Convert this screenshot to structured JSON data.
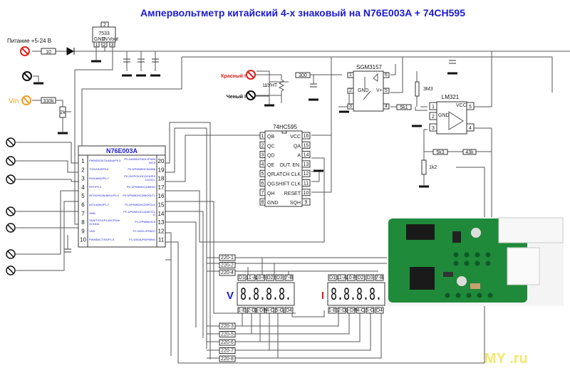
{
  "title": "Ампервольтметр китайский 4-х знаковый на N76E003A + 74CH595",
  "colors": {
    "title": "#1a1ad0",
    "red_terminal": "#e02020",
    "vin_terminal": "#f0a020",
    "pcb": "#1f8a3a",
    "watermark": "#f2e24a"
  },
  "power": {
    "label": "Питание +5-24 В",
    "resistor": "10"
  },
  "regulator": {
    "name": "7533",
    "pin_labels": [
      "GND",
      "IN",
      "Vout"
    ],
    "pins": [
      "1",
      "2",
      "3"
    ],
    "tab": "2"
  },
  "vin": {
    "label": "Vin",
    "resistor": "330k",
    "pot": "2k"
  },
  "current": {
    "red_label": "Красный I",
    "black_label": "Чeный I",
    "shunt": "ШУНТ",
    "resistor": "300"
  },
  "switch": {
    "name": "SGM3157",
    "pins": [
      "1",
      "2",
      "3",
      "4",
      "5",
      "6"
    ],
    "labels": [
      "GND",
      "V+"
    ]
  },
  "opamp": {
    "name": "LM321",
    "pins": [
      "1",
      "2",
      "3",
      "4",
      "5"
    ],
    "labels": [
      "GND",
      "VCC+"
    ],
    "r_3m3": "3M3",
    "r_5k1": "5k1",
    "r_5k3": "5k3",
    "r_43k": "43k",
    "r_1k2": "1k2"
  },
  "mcu": {
    "name": "N76E003A",
    "left": [
      {
        "n": "1",
        "f": "PWM2/IC6/T0/AIN4/P0.5"
      },
      {
        "n": "2",
        "f": "TXD/AIN3/P0.6"
      },
      {
        "n": "3",
        "f": "RXD/AIN2/P0.7"
      },
      {
        "n": "4",
        "f": "RST/P2.0"
      },
      {
        "n": "5",
        "f": "INT0/OSCIN/AIN1/P3.0"
      },
      {
        "n": "6",
        "f": "INT1/AIN0/P1.7"
      },
      {
        "n": "7",
        "f": "GND"
      },
      {
        "n": "8",
        "f": "SDA/TXD1/P1.6/ICPDA/OCDDA"
      },
      {
        "n": "9",
        "f": "VDD"
      },
      {
        "n": "10",
        "f": "PWM5/IC7/SS/P1.5"
      }
    ],
    "right": [
      {
        "n": "20",
        "f": "P0.4/AIN5/STADC/PWM3/IC3"
      },
      {
        "n": "19",
        "f": "P0.3/PWM5/IC5/AIN6"
      },
      {
        "n": "18",
        "f": "P0.2/ICPCK/OCDCK/RXD1/SCL"
      },
      {
        "n": "17",
        "f": "P0.1/PWM4/IC4/MISO"
      },
      {
        "n": "16",
        "f": "P0.0/PWM3/IC3/MOSI/T1"
      },
      {
        "n": "15",
        "f": "P1.0/PWM2/IC2/SPCLK"
      },
      {
        "n": "14",
        "f": "P1.1/PWM1/IC1/AIN7/CLO"
      },
      {
        "n": "13",
        "f": "P1.2/PWM0/IC0"
      },
      {
        "n": "12",
        "f": "P1.3/SCL/STADC"
      },
      {
        "n": "11",
        "f": "P1.4/SDA/FB/PWM1"
      }
    ]
  },
  "shift_register": {
    "name": "74HC595",
    "left": [
      {
        "n": "1",
        "f": "QB"
      },
      {
        "n": "2",
        "f": "QC"
      },
      {
        "n": "3",
        "f": "QD"
      },
      {
        "n": "4",
        "f": "QE"
      },
      {
        "n": "5",
        "f": "QF"
      },
      {
        "n": "6",
        "f": "QG"
      },
      {
        "n": "7",
        "f": "QH"
      },
      {
        "n": "8",
        "f": "GND"
      }
    ],
    "right": [
      {
        "n": "16",
        "f": "VCC"
      },
      {
        "n": "15",
        "f": "QA"
      },
      {
        "n": "14",
        "f": "A"
      },
      {
        "n": "13",
        "f": "OUT. EN."
      },
      {
        "n": "12",
        "f": "LATCH CLK"
      },
      {
        "n": "11",
        "f": "SHIFT CLK"
      },
      {
        "n": "10",
        "f": "RESET"
      },
      {
        "n": "9",
        "f": "SQH"
      }
    ]
  },
  "resistors_top": [
    "220-1",
    "220-2",
    "220-4"
  ],
  "resistors_bottom": [
    "220-3",
    "220-5",
    "220-6",
    "220-7",
    "220-8"
  ],
  "displays": [
    {
      "label": "V",
      "digits": "8.8.8.8.",
      "top_pins": [
        "D1",
        "11-A",
        "10-F",
        "D2",
        "D3",
        "7-B"
      ],
      "bottom_pins": [
        "1-E",
        "2-D",
        "3-DP",
        "4-C",
        "5-G",
        "D4"
      ]
    },
    {
      "label": "I",
      "digits": "8.8.8.8.",
      "top_pins": [
        "D1",
        "11-A",
        "10-F",
        "D2",
        "D3",
        "7-B"
      ],
      "bottom_pins": [
        "1-E",
        "2-D",
        "3-DP",
        "4-C",
        "5-G",
        "D4"
      ]
    }
  ],
  "watermark": "MY .ru"
}
